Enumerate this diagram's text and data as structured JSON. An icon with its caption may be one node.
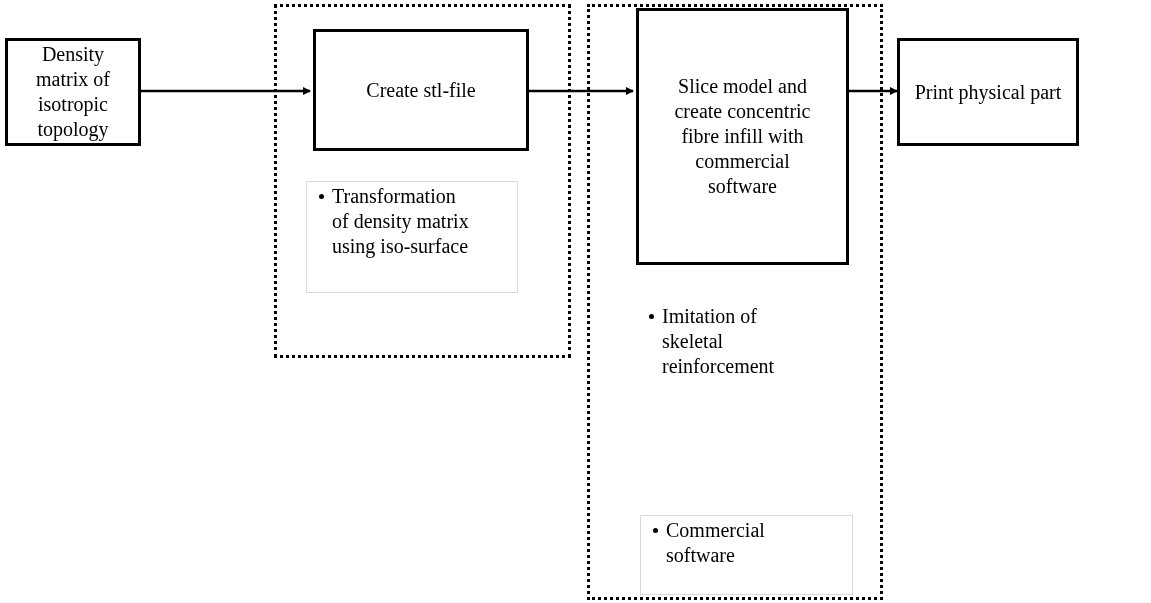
{
  "diagram": {
    "nodes": [
      {
        "text": [
          "Density matrix of isotropic topology"
        ]
      },
      {
        "text": [],
        "shape": "box"
      },
      {
        "text": [
          "Create stl-file"
        ],
        "in": 1
      },
      {
        "text": [
          "Transformation of density matrix using iso-surface"
        ],
        "in": 1
      },
      {
        "text": [],
        "shape": "box"
      },
      {
        "text": [
          "Slice model and create concentric fibre infill with commercial software"
        ],
        "in": 4
      },
      {
        "text": [
          "Commercial software"
        ],
        "in": 4
      },
      {
        "text": [
          "Print physical part"
        ]
      }
    ],
    "edges": [
      {
        "from": 0,
        "to": 2,
        "arrow": "to"
      },
      {
        "from": 2,
        "to": 5,
        "arrow": "to"
      },
      {
        "from": 5,
        "to": 7,
        "arrow": "to"
      }
    ],
    "labels": [
      "Imitation of skeletal reinforcement"
    ]
  }
}
